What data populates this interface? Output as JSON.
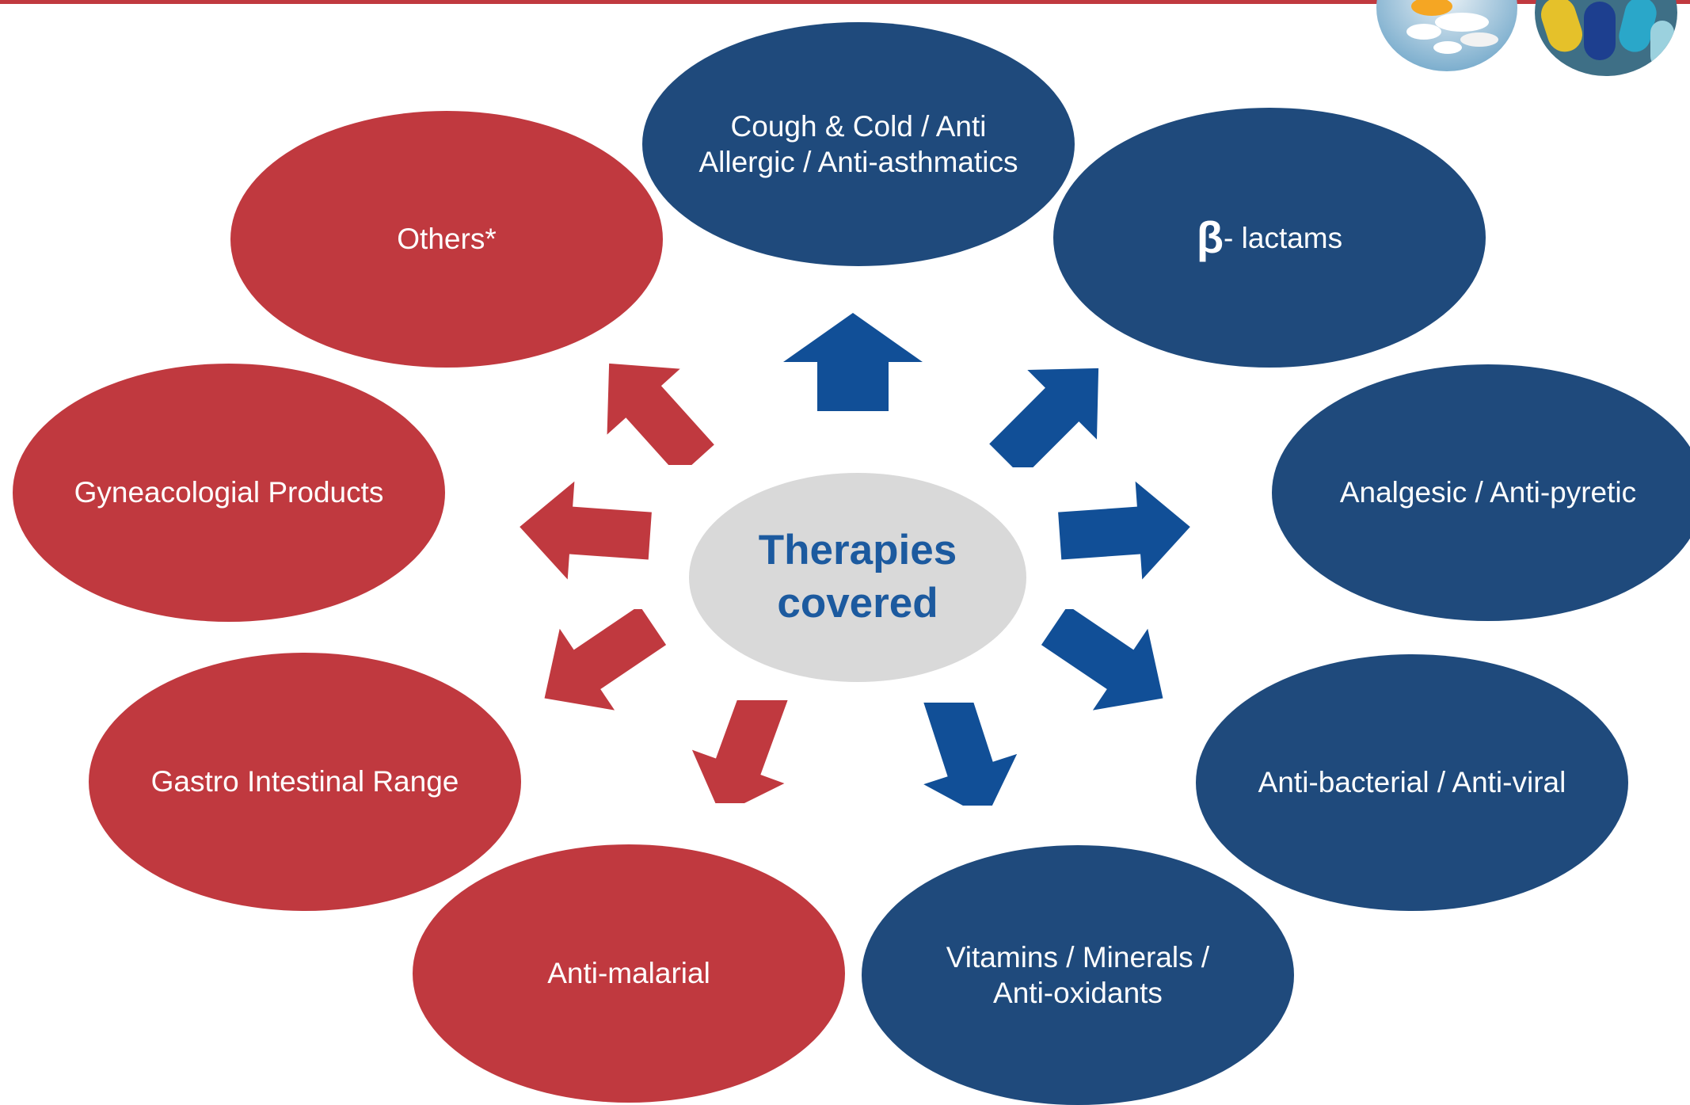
{
  "colors": {
    "red": "#c0393f",
    "blue": "#1f4a7c",
    "arrow_red": "#c0393f",
    "arrow_blue": "#114f97",
    "center_fill": "#d9d9d9",
    "center_text": "#1c5a9f"
  },
  "center": {
    "title": "Therapies\ncovered"
  },
  "nodes": {
    "cough_cold": "Cough & Cold / Anti\nAllergic / Anti-asthmatics",
    "beta_lactams": {
      "symbol": "β",
      "label": "- lactams"
    },
    "analgesic": "Analgesic / Anti-pyretic",
    "anti_bacterial": "Anti-bacterial / Anti-viral",
    "vitamins": "Vitamins / Minerals /\nAnti-oxidants",
    "anti_malarial": "Anti-malarial",
    "gastro": "Gastro Intestinal Range",
    "gyneacologial": "Gyneacologial Products",
    "others": "Others*"
  },
  "decorations": [
    "pills-photo-icon",
    "capsules-photo-icon"
  ]
}
